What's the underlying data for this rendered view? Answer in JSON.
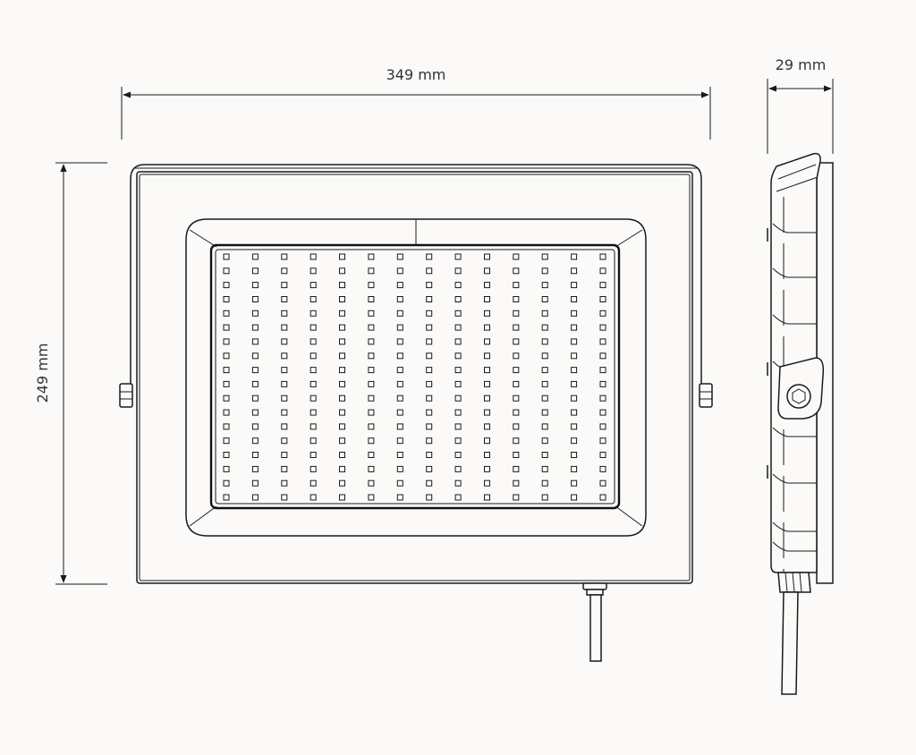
{
  "dimensions": {
    "width_label": "349 mm",
    "height_label": "249 mm",
    "depth_label": "29 mm"
  },
  "led_grid": {
    "columns": 14,
    "rows": 18
  },
  "colors": {
    "line": "#1a1a1a",
    "background": "#fbfaf8",
    "label": "#333333"
  }
}
